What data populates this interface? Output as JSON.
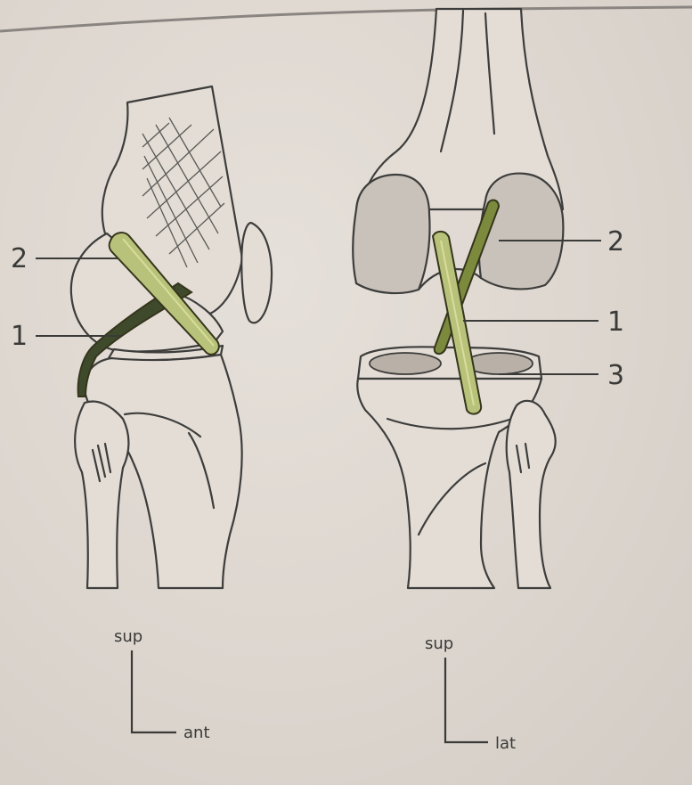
{
  "labels": {
    "left": {
      "two": "2",
      "one": "1"
    },
    "right": {
      "two": "2",
      "one": "1",
      "three": "3"
    }
  },
  "axes": {
    "left": {
      "vertical": "sup",
      "horizontal": "ant"
    },
    "right": {
      "vertical": "sup",
      "horizontal": "lat"
    }
  },
  "colors": {
    "ligament": "#b9c27a",
    "ink": "#3d3d3b",
    "paper": "#ddd6d0"
  }
}
